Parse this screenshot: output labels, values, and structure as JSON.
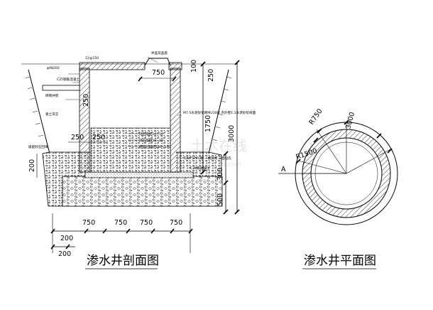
{
  "section": {
    "title": "渗水井剖面图",
    "dims_bottom": [
      "750",
      "750",
      "750",
      "750"
    ],
    "dim_bottom_left": "200",
    "dim_bottom_left2": "200",
    "dim_top_opening": "750",
    "dim_top_right": "100",
    "dim_top_right2": "250",
    "dim_wall_left": "250",
    "dim_wall_bottom": "250",
    "dim_wall_bottom2": "250",
    "dim_height_inner": "1750",
    "dim_height_total": "3000",
    "dim_base1": "300",
    "dim_base2": "500",
    "dim_left_fill": "200",
    "notes": {
      "n1": "井盖及盖座",
      "n2": "φ98200",
      "n3": "12@150",
      "n4": "C25钢筋混凝土",
      "n5": "砖砌井壁",
      "n6": "M7.5水泥砂浆砌MU10砖 内外壁1:2水泥砂浆抹面",
      "n7": "砾石级配20~50",
      "n8": "碎石级配50~80",
      "n9": "粗砾石级配100~150",
      "n10": "DN75PVC管 一端封闭 三面钻孔",
      "n11": "C20素混凝土",
      "n12": "素土夯实",
      "n13": "级配砂石回填"
    }
  },
  "plan": {
    "title": "渗水井平面图",
    "radius1": "R750",
    "radius2": "R1500",
    "dim_a": "3000",
    "label_a": "A"
  },
  "watermark": "土木在线",
  "watermark_sub": "co188.com"
}
